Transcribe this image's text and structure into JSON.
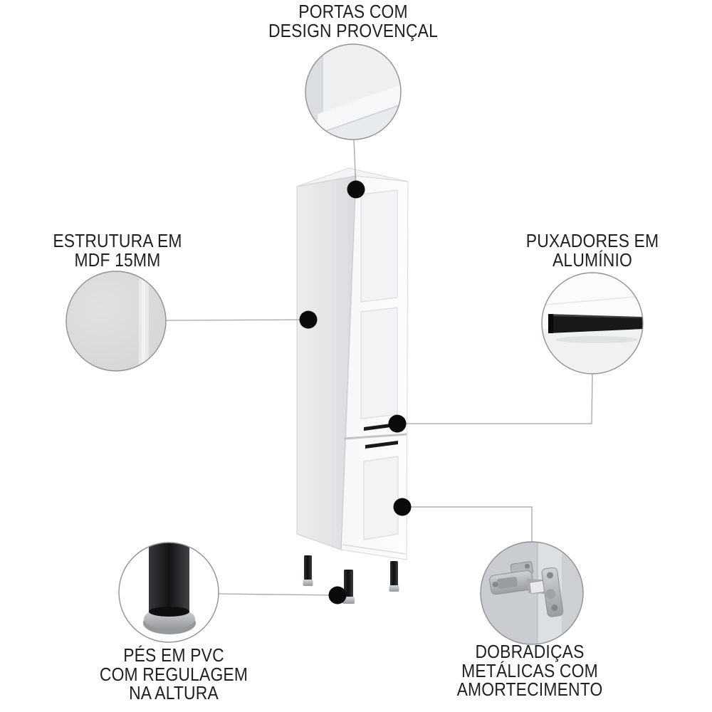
{
  "callouts": {
    "doors": {
      "label": "PORTAS COM\nDESIGN PROVENÇAL",
      "illustration": "door-panel-closeup"
    },
    "structure": {
      "label": "ESTRUTURA EM\nMDF 15MM",
      "illustration": "mdf-surface-closeup"
    },
    "handles": {
      "label": "PUXADORES EM\nALUMÍNIO",
      "illustration": "aluminum-handle-closeup"
    },
    "feet": {
      "label": "PÉS EM PVC\nCOM REGULAGEM\nNA ALTURA",
      "illustration": "pvc-adjustable-foot-closeup"
    },
    "hinges": {
      "label": "DOBRADIÇAS\nMETÁLICAS COM\nAMORTECIMENTO",
      "illustration": "metal-hinge-closeup"
    }
  },
  "product_illustration": "white-two-door-tall-cabinet",
  "colors": {
    "background": "#ffffff",
    "text": "#1f2022",
    "callout_dot": "#0a0a0b",
    "connector_line": "#a3a5a7",
    "circle_border": "#8f9193",
    "cabinet_white": "#fbfcfc",
    "cabinet_side_gray": "#dfe1e3",
    "handle_black": "#16181a",
    "leg_black": "#121314",
    "foot_silver": "#b4b8bb"
  }
}
